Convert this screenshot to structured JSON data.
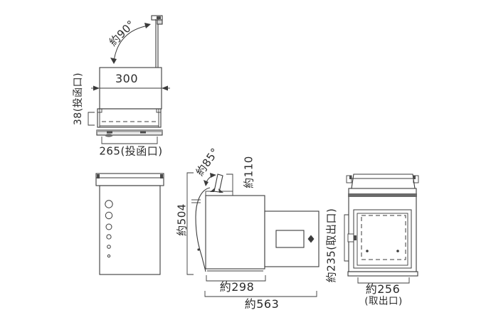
{
  "page": {
    "background_color": "#ffffff",
    "line_color": "#3b3b3b",
    "text_color": "#2b2b2b",
    "description": "Dimensional line drawing of a post/mail box with four views"
  },
  "views": {
    "slot_detail_view": {
      "lid_open_angle_label": "約90°",
      "width_label": "300",
      "slot_height_label": "38(投函口)",
      "slot_width_label": "265(投函口)"
    },
    "front_view": {
      "vent_hole_count": 6
    },
    "side_view": {
      "lid_open_angle_label": "約85°",
      "lid_length_label": "約110",
      "height_label": "約504",
      "body_depth_label": "約298",
      "total_depth_label": "約563"
    },
    "rear_view": {
      "door_height_label": "約235(取出口)",
      "door_width_label": "約256",
      "door_width_sublabel": "(取出口)"
    }
  }
}
